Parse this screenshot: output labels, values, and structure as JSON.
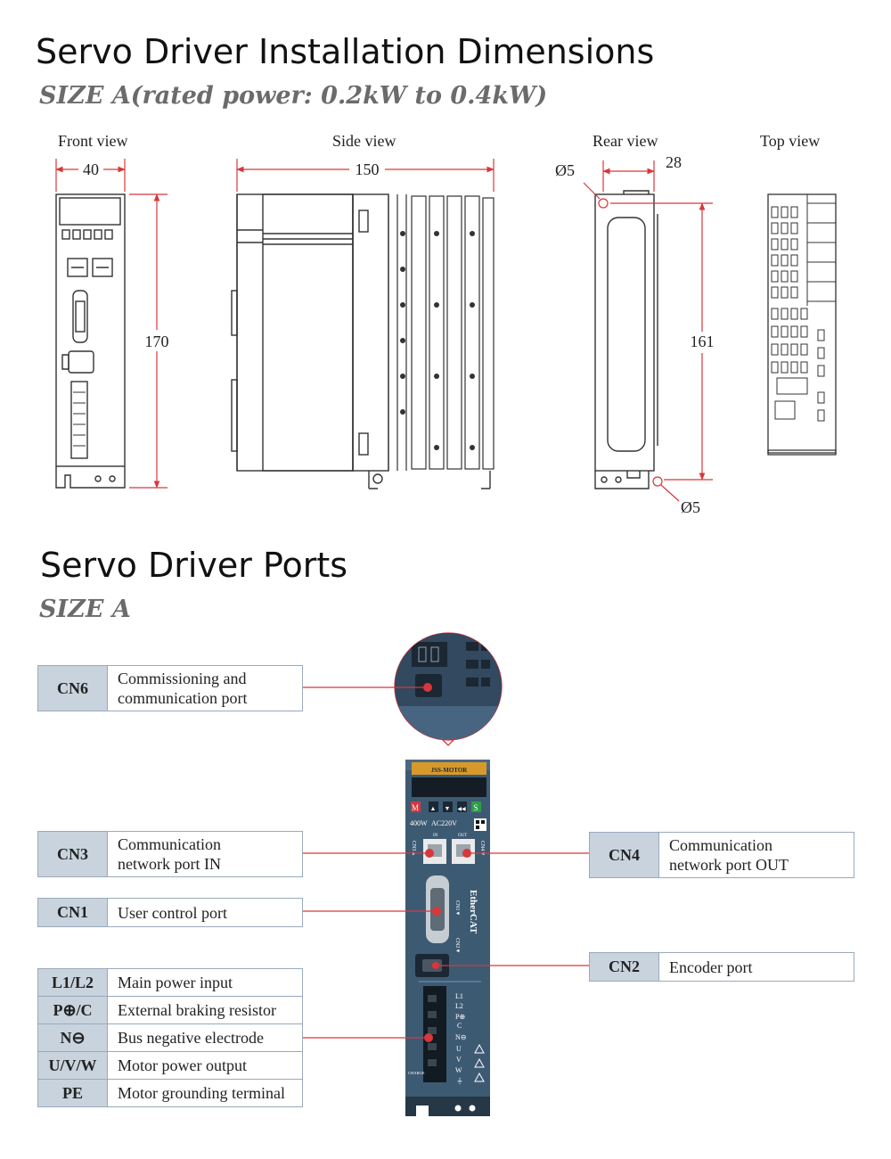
{
  "header": {
    "title": "Servo Driver Installation Dimensions",
    "subtitle": "SIZE A(rated power: 0.2kW to 0.4kW)"
  },
  "views": {
    "front": {
      "label": "Front view",
      "width": "40",
      "height": "170"
    },
    "side": {
      "label": "Side view",
      "depth": "150"
    },
    "rear": {
      "label": "Rear view",
      "offset": "28",
      "height": "161",
      "hole_top": "Ø5",
      "hole_bottom": "Ø5"
    },
    "top": {
      "label": "Top view"
    }
  },
  "ports_section": {
    "title": "Servo Driver Ports",
    "subtitle": "SIZE A"
  },
  "device": {
    "brand": "JSS-MOTOR",
    "rating_power": "400W",
    "rating_voltage": "AC220V",
    "port_in_label": "IN",
    "port_out_label": "OUT",
    "cn3_tag": "CN3▲",
    "cn4_tag": "CN4▼",
    "cn1_tag": "CN1▼",
    "cn2_tag": "CN2▼",
    "ethercat": "EtherCAT",
    "terminals": [
      "L1",
      "L2",
      "P⊕",
      "C",
      "N⊖",
      "U",
      "V",
      "W",
      "⏚"
    ],
    "charge": "CHARGE",
    "buttons": [
      "M",
      "▲",
      "▼",
      "◀◀",
      "S"
    ]
  },
  "callouts": {
    "cn6": {
      "code": "CN6",
      "desc": "Commissioning and\ncommunication port"
    },
    "cn3": {
      "code": "CN3",
      "desc": "Communication\nnetwork port IN"
    },
    "cn4": {
      "code": "CN4",
      "desc": "Communication\nnetwork port OUT"
    },
    "cn1": {
      "code": "CN1",
      "desc": "User control port"
    },
    "cn2": {
      "code": "CN2",
      "desc": "Encoder port"
    }
  },
  "terminal_table": [
    {
      "code": "L1/L2",
      "desc": "Main power input"
    },
    {
      "code": "P⊕/C",
      "desc": "External braking resistor"
    },
    {
      "code": "N⊖",
      "desc": "Bus negative electrode"
    },
    {
      "code": "U/V/W",
      "desc": "Motor power output"
    },
    {
      "code": "PE",
      "desc": "Motor grounding terminal"
    }
  ],
  "colors": {
    "accent_red": "#d8373b",
    "panel_blue": "#3d5a73",
    "label_fill": "#c8d3de",
    "brand_orange": "#d79a2a"
  }
}
